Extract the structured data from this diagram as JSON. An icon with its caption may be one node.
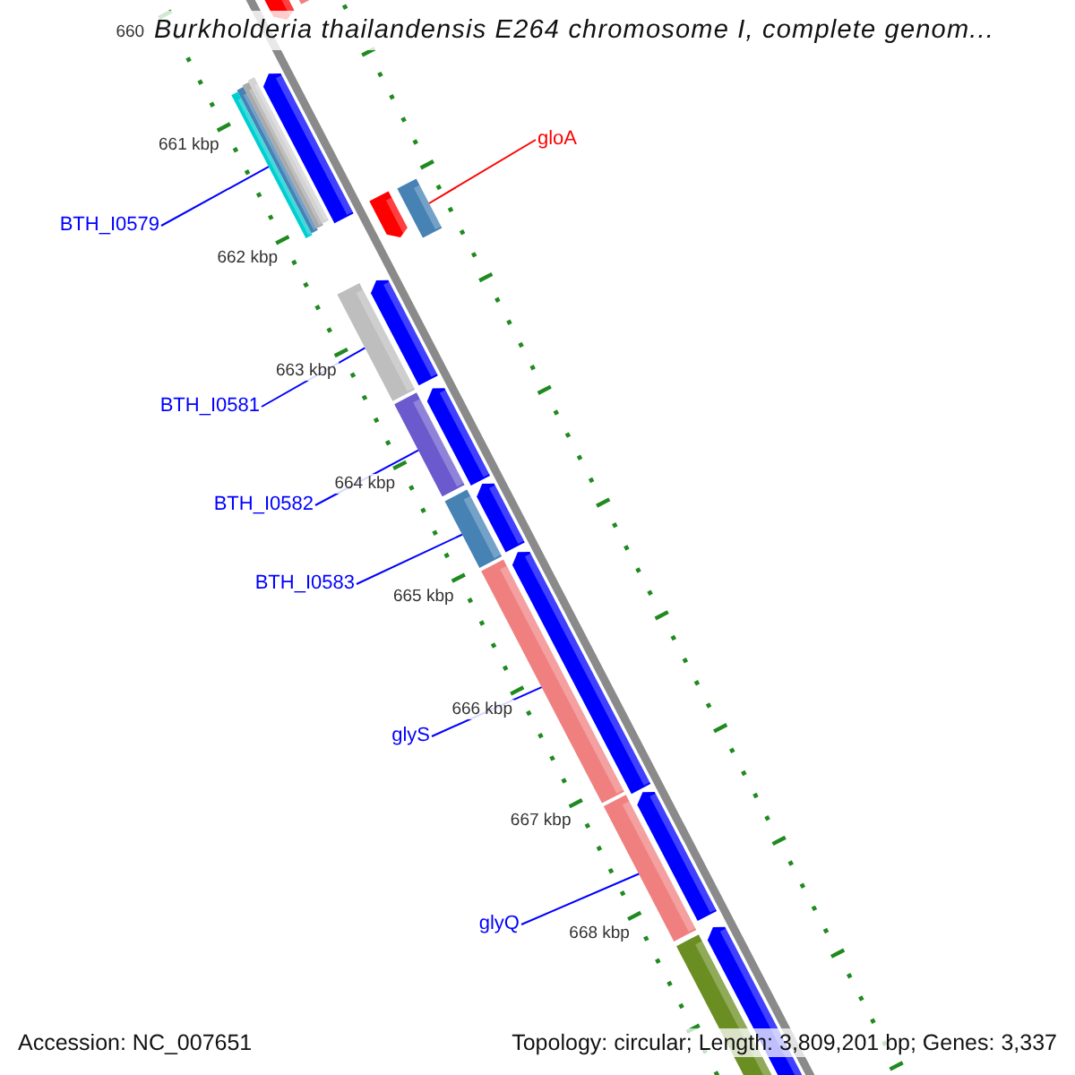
{
  "diagram": {
    "title": "Burkholderia thailandensis E264 chromosome I, complete genom...",
    "nodes": [
      {
        "text": [
          "gloA"
        ]
      },
      {
        "text": [
          "BTH_I0579"
        ]
      },
      {
        "text": [
          "BTH_I0581"
        ]
      },
      {
        "text": [
          "BTH_I0582"
        ]
      },
      {
        "text": [
          "BTH_I0583"
        ]
      },
      {
        "text": [
          "glyS"
        ]
      },
      {
        "text": [
          "glyQ"
        ]
      },
      {
        "text": [],
        "shape": "bar"
      },
      {
        "text": [],
        "shape": "bar"
      },
      {
        "text": [],
        "shape": "bar"
      },
      {
        "text": [],
        "shape": "bar"
      },
      {
        "text": [],
        "shape": "bar"
      },
      {
        "text": [],
        "shape": "bar"
      },
      {
        "text": [],
        "shape": "bar"
      }
    ],
    "edges": [
      {
        "from": 0,
        "to": 7,
        "arrow": "none",
        "color": "#ff0000"
      },
      {
        "from": 1,
        "to": 8,
        "arrow": "none"
      },
      {
        "from": 2,
        "to": 9,
        "arrow": "none"
      },
      {
        "from": 3,
        "to": 10,
        "arrow": "none"
      },
      {
        "from": 4,
        "to": 11,
        "arrow": "none"
      },
      {
        "from": 5,
        "to": 12,
        "arrow": "none"
      },
      {
        "from": 6,
        "to": 13,
        "arrow": "none"
      }
    ],
    "labels": [
      "660",
      "661 kbp",
      "662 kbp",
      "663 kbp",
      "664 kbp",
      "665 kbp",
      "666 kbp",
      "667 kbp",
      "668 kbp",
      "Accession: NC_007651",
      "Topology: circular; Length: 3,809,201 bp; Genes: 3,337"
    ]
  }
}
